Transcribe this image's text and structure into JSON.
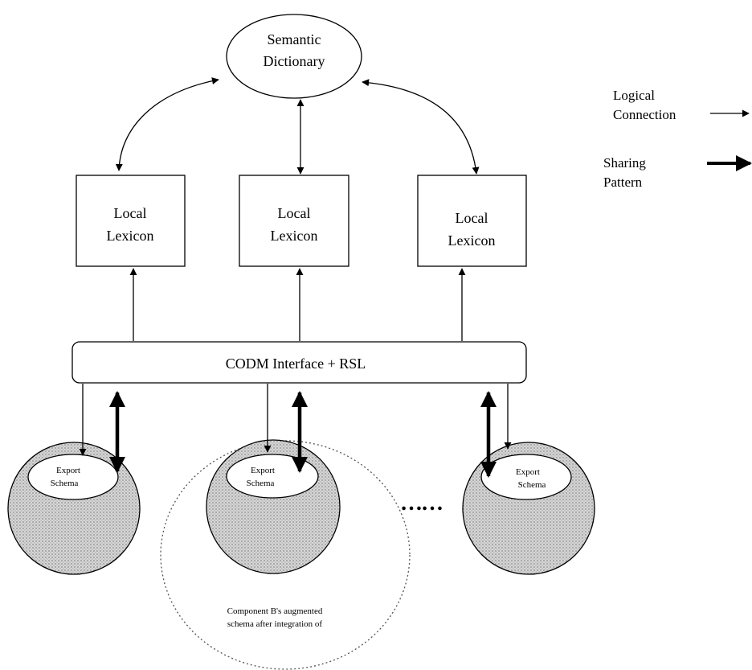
{
  "semantic_dictionary": {
    "line1": "Semantic",
    "line2": "Dictionary"
  },
  "legend": {
    "logical_line1": "Logical",
    "logical_line2": "Connection",
    "sharing_line1": "Sharing",
    "sharing_line2": "Pattern"
  },
  "lexicons": [
    {
      "line1": "Local",
      "line2": "Lexicon"
    },
    {
      "line1": "Local",
      "line2": "Lexicon"
    },
    {
      "line1": "Local",
      "line2": "Lexicon"
    }
  ],
  "interface_label": "CODM Interface + RSL",
  "export_schemas": [
    {
      "line1": "Export",
      "line2": "Schema"
    },
    {
      "line1": "Export",
      "line2": "Schema"
    },
    {
      "line1": "Export",
      "line2": "Schema"
    }
  ],
  "ellipsis": "……",
  "component_note": {
    "line1": "Component B's augmented",
    "line2": "schema after integration of"
  }
}
